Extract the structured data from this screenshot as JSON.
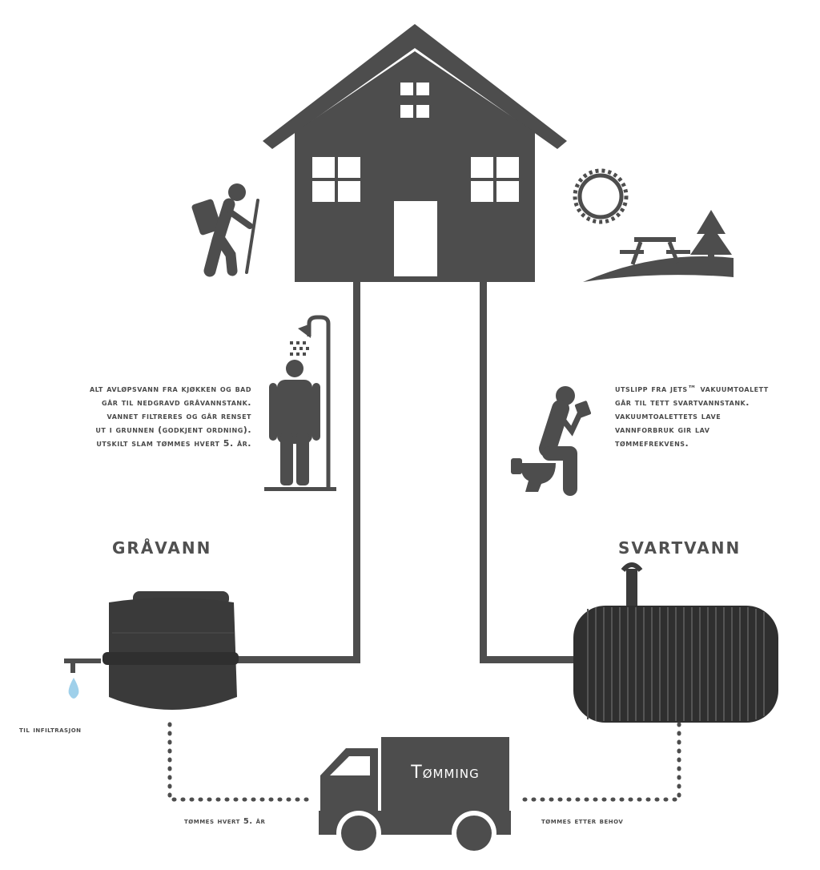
{
  "labels": {
    "grey_water": "GRÅVANN",
    "black_water": "SVARTVANN",
    "emptying": "Tømming",
    "infiltration": "Til infiltrasjon",
    "emptied_5_years": "Tømmes hvert 5. år",
    "emptied_as_needed": "Tømmes etter behov"
  },
  "notes": {
    "grey_water_lines": [
      "Alt avløpsvann fra kjøkken og bad",
      "går til nedgravd gråvannstank.",
      "Vannet filtreres og går renset",
      "ut i grunnen (godkjent ordning).",
      "Utskilt slam tømmes hvert 5. år."
    ],
    "black_water_lines": [
      "Utslipp fra Jets™ vakuumtoalett",
      "går til tett svartvannstank.",
      "Vakuumtoalettets lave",
      "vannforbruk gir lav",
      "tømmefrekvens."
    ]
  },
  "icons": {
    "house": "house-icon",
    "hiker": "hiker-icon",
    "sun": "sun-icon",
    "picnic": "picnic-table-icon",
    "tree": "pine-tree-icon",
    "shower": "shower-icon",
    "toilet": "toilet-person-icon",
    "grey_tank": "grey-water-tank-icon",
    "black_tank": "black-water-tank-icon",
    "truck": "truck-icon",
    "drop": "water-drop-icon"
  },
  "colors": {
    "icon": "#4d4d4d",
    "text": "#4a4a4a",
    "tank": "#3a3a3a",
    "drop": "#9fd0ea"
  }
}
